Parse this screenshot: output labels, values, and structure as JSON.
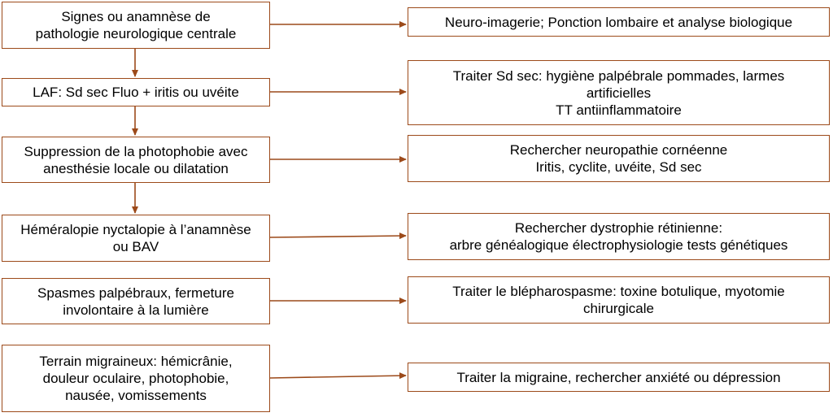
{
  "colors": {
    "border": "#9c4a1a",
    "arrow": "#9c4a1a",
    "text": "#000000",
    "background": "#ffffff"
  },
  "left": [
    {
      "lines": [
        "Signes ou anamnèse de",
        "pathologie neurologique centrale"
      ]
    },
    {
      "lines": [
        "LAF: Sd sec Fluo + iritis ou uvéite"
      ]
    },
    {
      "lines": [
        "Suppression de la photophobie avec",
        "anesthésie locale ou dilatation"
      ]
    },
    {
      "lines": [
        "Héméralopie nyctalopie à l’anamnèse",
        "ou BAV"
      ]
    },
    {
      "lines": [
        "Spasmes palpébraux, fermeture",
        "involontaire à la lumière"
      ]
    },
    {
      "lines": [
        "Terrain migraineux: hémicrânie,",
        "douleur oculaire, photophobie,",
        "nausée, vomissements"
      ]
    }
  ],
  "right": [
    {
      "lines": [
        "Neuro-imagerie; Ponction lombaire et analyse biologique"
      ]
    },
    {
      "lines": [
        "Traiter Sd sec: hygiène palpébrale pommades, larmes",
        "artificielles",
        "TT antiinflammatoire"
      ]
    },
    {
      "lines": [
        "Rechercher neuropathie cornéenne",
        "Iritis, cyclite, uvéite, Sd sec"
      ]
    },
    {
      "lines": [
        "Rechercher dystrophie rétinienne:",
        "arbre généalogique  électrophysiologie tests génétiques"
      ]
    },
    {
      "lines": [
        "Traiter le blépharospasme: toxine botulique, myotomie",
        "chirurgicale"
      ]
    },
    {
      "lines": [
        "Traiter la migraine, rechercher anxiété ou dépression"
      ]
    }
  ]
}
